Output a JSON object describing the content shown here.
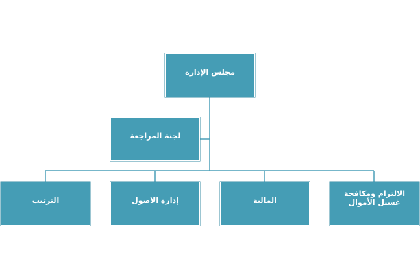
{
  "colors": {
    "box_fill": "#459db5",
    "connector": "#4a9fb8",
    "text": "#ffffff"
  },
  "chart": {
    "root": {
      "label": "مجلس الإدارة"
    },
    "assistant": {
      "label": "لجنة المراجعة"
    },
    "children": [
      {
        "label": "الالتزام ومكافحة غسيل الأموال"
      },
      {
        "label": "المالية"
      },
      {
        "label": "إدارة الاصول"
      },
      {
        "label": "الترتيب"
      }
    ]
  }
}
